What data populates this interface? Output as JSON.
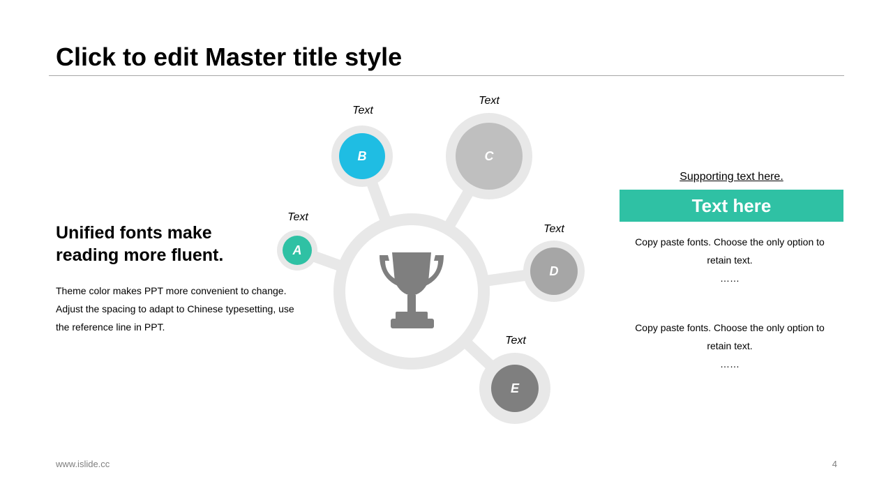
{
  "slide": {
    "title": "Click to edit Master title style",
    "footer_url": "www.islide.cc",
    "page_number": "4"
  },
  "left": {
    "heading_line1": "Unified fonts make",
    "heading_line2": "reading more fluent.",
    "body_line1": "Theme color makes PPT more convenient to change.",
    "body_line2": "Adjust the spacing to adapt to Chinese typesetting, use",
    "body_line3": "the reference line in PPT."
  },
  "diagram": {
    "center_icon": "trophy-icon",
    "nodes": [
      {
        "letter": "A",
        "label": "Text",
        "color": "#2fc1a4"
      },
      {
        "letter": "B",
        "label": "Text",
        "color": "#1fbde3"
      },
      {
        "letter": "C",
        "label": "Text",
        "color": "#bfbfbf"
      },
      {
        "letter": "D",
        "label": "Text",
        "color": "#a6a6a6"
      },
      {
        "letter": "E",
        "label": "Text",
        "color": "#7f7f7f"
      }
    ],
    "track_color": "#e8e8e8",
    "icon_color": "#7f7f7f"
  },
  "right": {
    "supporting_text": "Supporting text here.",
    "banner_text": "Text here",
    "banner_color": "#2fc1a4",
    "para1_line1": "Copy paste fonts. Choose the only option to",
    "para1_line2": "retain text.",
    "para1_line3": "……",
    "para2_line1": "Copy paste fonts. Choose the only option to",
    "para2_line2": "retain text.",
    "para2_line3": "……"
  }
}
